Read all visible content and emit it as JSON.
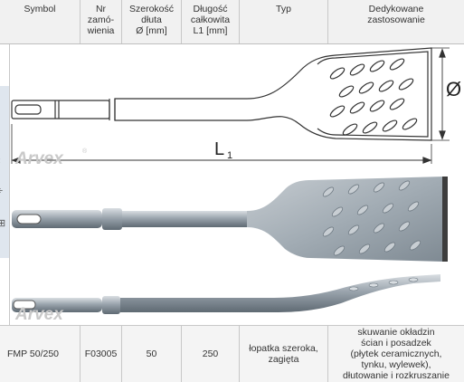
{
  "header": {
    "columns": [
      {
        "lines": [
          "Symbol"
        ]
      },
      {
        "lines": [
          "Nr",
          "zamó-",
          "wienia"
        ]
      },
      {
        "lines": [
          "Szerokość",
          "dłuta",
          "Ø [mm]"
        ]
      },
      {
        "lines": [
          "Długość",
          "całkowita",
          "L1 [mm]"
        ]
      },
      {
        "lines": [
          "Typ"
        ]
      },
      {
        "lines": [
          "Dedykowane",
          "zastosowanie"
        ]
      }
    ]
  },
  "drawing": {
    "diameter_label": "Ø",
    "length_label": "L",
    "length_subscript": "1",
    "brand": "Arvex",
    "brand_mark": "®"
  },
  "row": {
    "symbol": "FMP 50/250",
    "order_no": "F03005",
    "width": "50",
    "length": "250",
    "type_lines": [
      "łopatka szeroka,",
      "zagięta"
    ],
    "use_lines": [
      "skuwanie okładzin",
      "ścian i posadzek",
      "(płytek ceramicznych,",
      "tynku, wylewek),",
      "dłutowanie i rozkruszanie"
    ]
  },
  "colors": {
    "header_bg": "#f1f1f1",
    "steel": "#a9b3bb",
    "line": "#333333"
  }
}
